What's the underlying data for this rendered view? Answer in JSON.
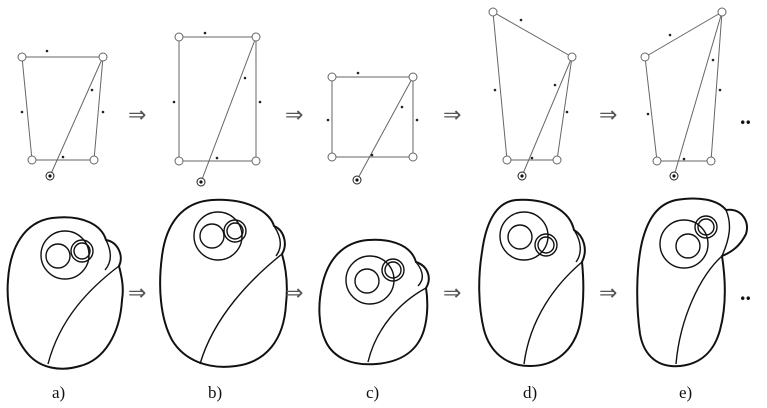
{
  "figure": {
    "panel_labels": [
      "a)",
      "b)",
      "c)",
      "d)",
      "e)"
    ],
    "continuation": "..",
    "arrow_glyph": "⇒"
  }
}
